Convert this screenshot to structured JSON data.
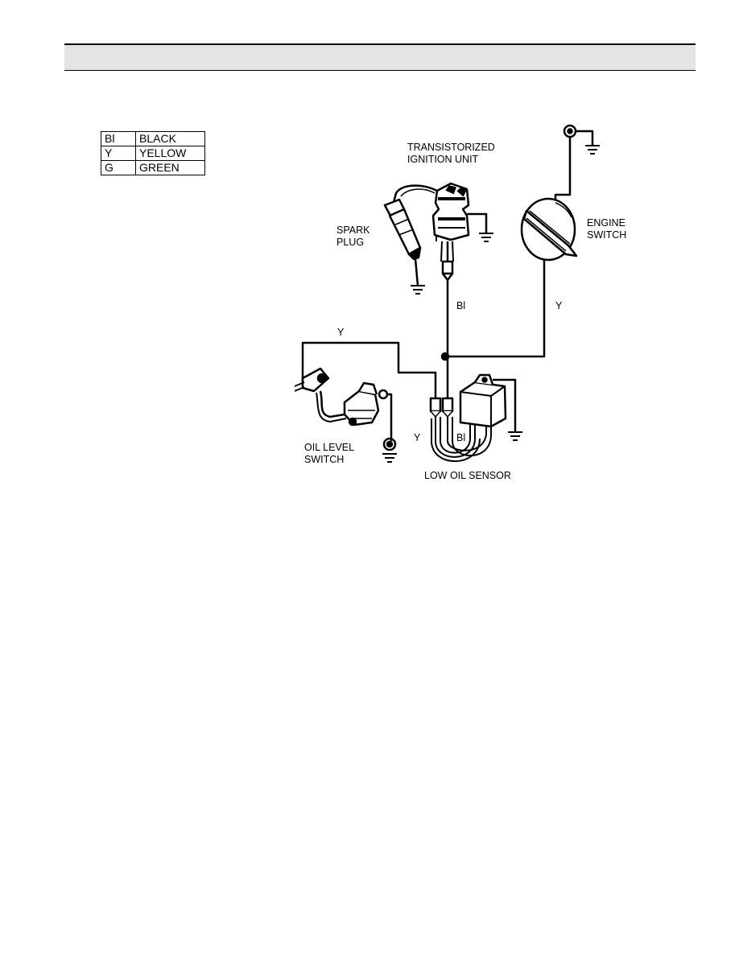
{
  "legend": [
    {
      "code": "Bl",
      "color": "BLACK"
    },
    {
      "code": "Y",
      "color": "YELLOW"
    },
    {
      "code": "G",
      "color": "GREEN"
    }
  ],
  "components": {
    "ignition_unit": [
      "TRANSISTORIZED",
      "IGNITION UNIT"
    ],
    "spark_plug": [
      "SPARK",
      "PLUG"
    ],
    "engine_switch": [
      "ENGINE",
      "SWITCH"
    ],
    "oil_level_switch": [
      "OIL LEVEL",
      "SWITCH"
    ],
    "low_oil_sensor": "LOW OIL SENSOR"
  },
  "wire_labels": {
    "black_main": "Bl",
    "yellow_engine_switch": "Y",
    "yellow_top": "Y",
    "yellow_sensor": "Y",
    "black_sensor": "Bl"
  }
}
